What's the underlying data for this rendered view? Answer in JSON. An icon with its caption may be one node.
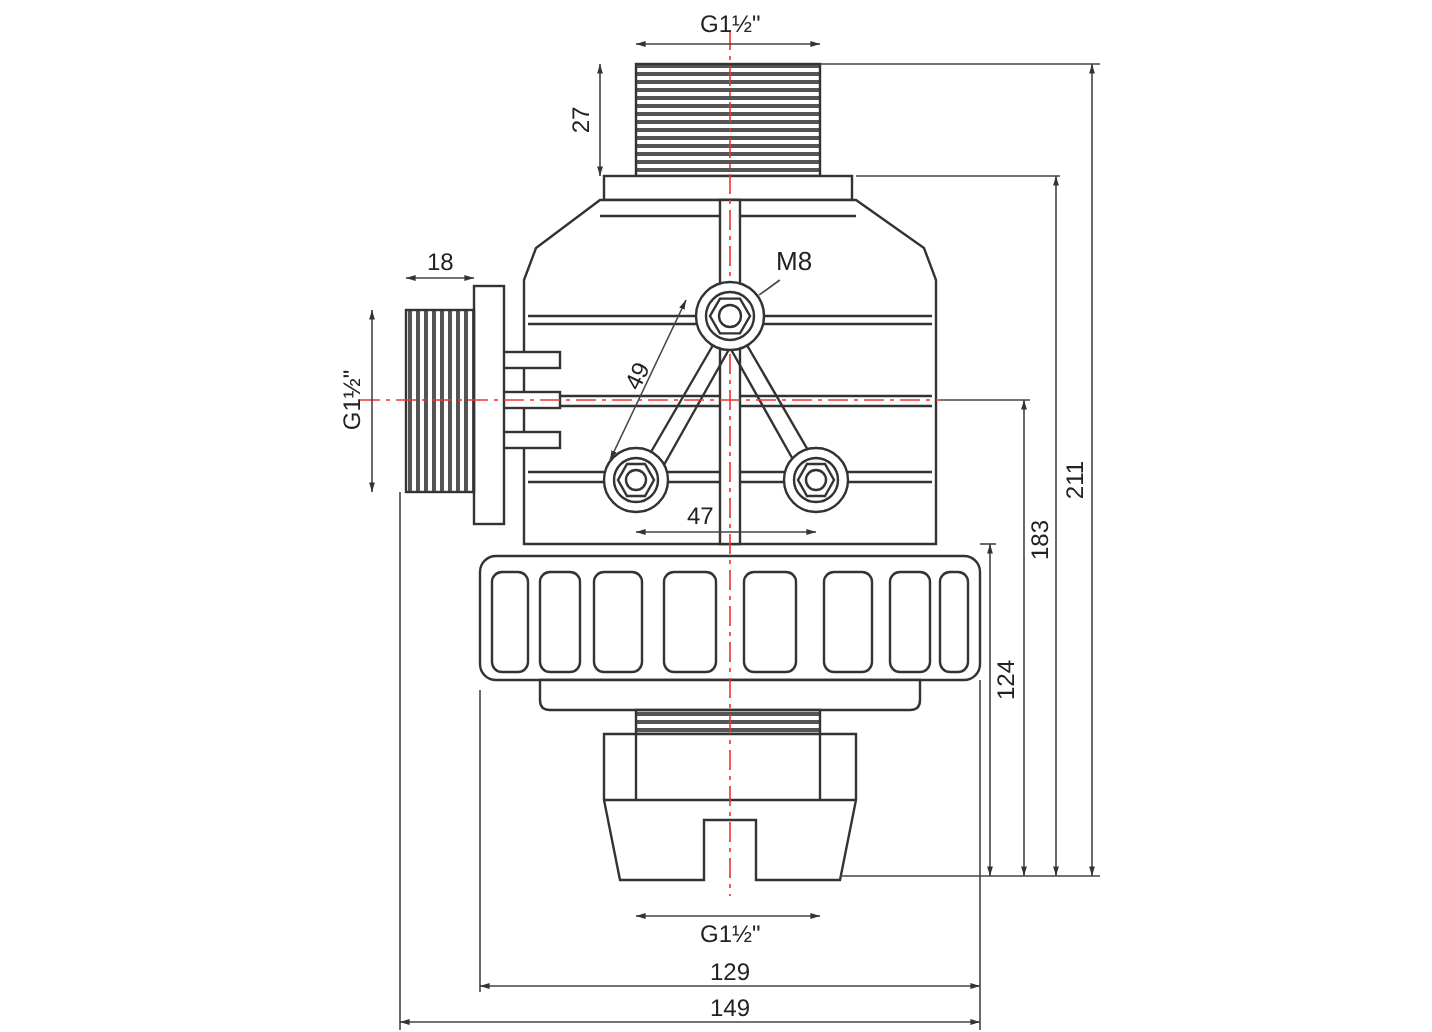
{
  "diagram": {
    "nodes": [
      {
        "text": [
          "M8"
        ]
      },
      {
        "text": [],
        "shape": "picture"
      }
    ],
    "edges": [
      {
        "from": 0,
        "to": 1,
        "arrow": "none"
      }
    ],
    "labels": [
      "G1½\"",
      "27",
      "211",
      "18",
      "G1½\"",
      "49",
      "183",
      "47",
      "124",
      "G1½\"",
      "129",
      "149"
    ]
  }
}
